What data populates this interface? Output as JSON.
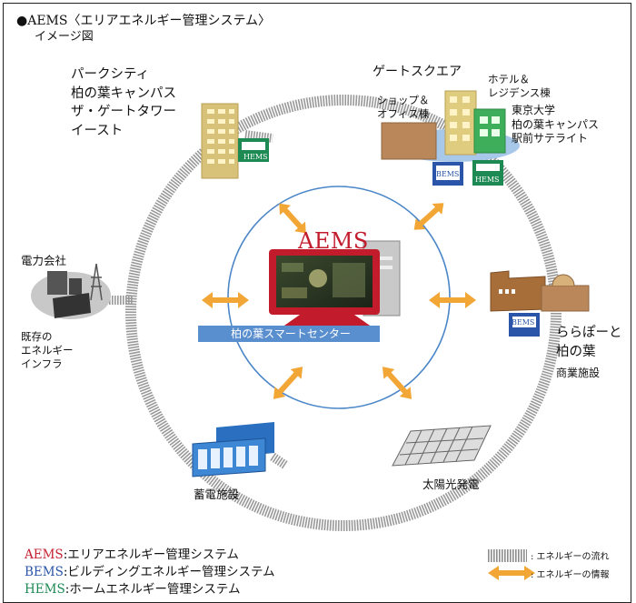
{
  "title": "●AEMS〈エリアエネルギー管理システム〉",
  "subtitle": "イメージ図",
  "nodes": {
    "park_city": [
      "パークシティ",
      "柏の葉キャンパス",
      "ザ・ゲートタワー",
      "イースト"
    ],
    "gate_square": "ゲートスクエア",
    "hotel": [
      "ホテル＆",
      "レジデンス棟"
    ],
    "shop": [
      "ショップ＆",
      "オフィス棟"
    ],
    "university": [
      "東京大学",
      "柏の葉キャンパス",
      "駅前サテライト"
    ],
    "power_company": "電力会社",
    "existing_infra": [
      "既存の",
      "エネルギー",
      "インフラ"
    ],
    "lalaport": [
      "ららぽーと",
      "柏の葉"
    ],
    "lalaport_sub": "商業施設",
    "storage": "蓄電施設",
    "solar": "太陽光発電"
  },
  "center": {
    "logo": "AEMS",
    "label": "柏の葉スマートセンター"
  },
  "badges": {
    "hems": "HEMS",
    "bems": "BEMS"
  },
  "legend": {
    "aems_key": "AEMS",
    "aems_desc": ":エリアエネルギー管理システム",
    "bems_key": "BEMS",
    "bems_desc": ":ビルディングエネルギー管理システム",
    "hems_key": "HEMS",
    "hems_desc": ":ホームエネルギー管理システム",
    "flow": ": エネルギーの流れ",
    "info": ": エネルギーの情報"
  },
  "colors": {
    "aems_red": "#c21c2c",
    "bems_blue": "#2a55a8",
    "hems_green": "#1d8a54",
    "arrow_orange": "#f2a635",
    "circle_blue": "#4a86c8"
  }
}
